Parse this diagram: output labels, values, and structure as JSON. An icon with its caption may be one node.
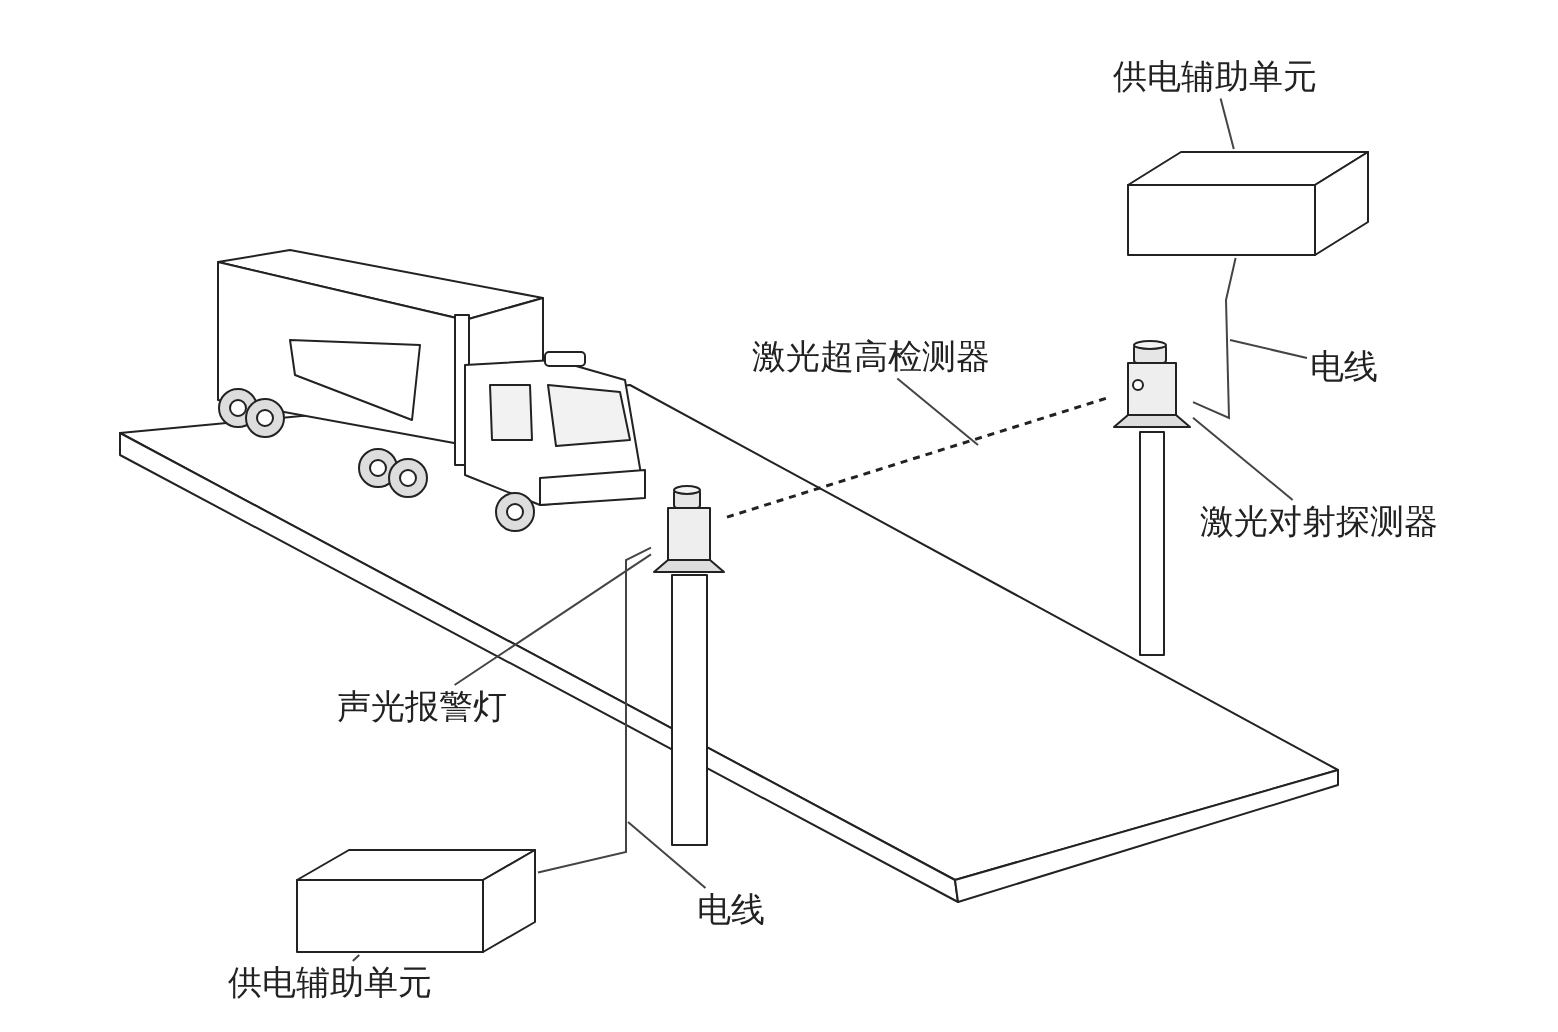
{
  "diagram": {
    "nodes": [
      {
        "text": [
          "供电辅助单元"
        ]
      },
      {
        "text": [],
        "shape": "box"
      },
      {
        "text": [
          "电线"
        ]
      },
      {
        "text": [
          "激光超高检测器"
        ]
      },
      {
        "text": [
          "激光对射探测器"
        ]
      },
      {
        "text": [],
        "shape": "picture"
      },
      {
        "text": [
          "声光报警灯"
        ]
      },
      {
        "text": [],
        "shape": "picture"
      },
      {
        "text": [
          "电线"
        ]
      },
      {
        "text": [],
        "shape": "box"
      },
      {
        "text": [
          "供电辅助单元"
        ]
      }
    ],
    "edges": [
      {
        "from": 0,
        "to": 1,
        "arrow": "none"
      },
      {
        "from": 2,
        "to": null,
        "arrow": "none"
      },
      {
        "from": 3,
        "to": null,
        "arrow": "none"
      },
      {
        "from": 4,
        "to": 5,
        "arrow": "none"
      },
      {
        "from": 6,
        "to": 7,
        "arrow": "none"
      },
      {
        "from": 8,
        "to": null,
        "arrow": "none"
      },
      {
        "from": 10,
        "to": 9,
        "arrow": "none"
      },
      {
        "from": 1,
        "to": 5,
        "arrow": "none"
      },
      {
        "from": 7,
        "to": 5,
        "arrow": "none",
        "style": "dashed"
      },
      {
        "from": 9,
        "to": 7,
        "arrow": "none"
      }
    ]
  }
}
